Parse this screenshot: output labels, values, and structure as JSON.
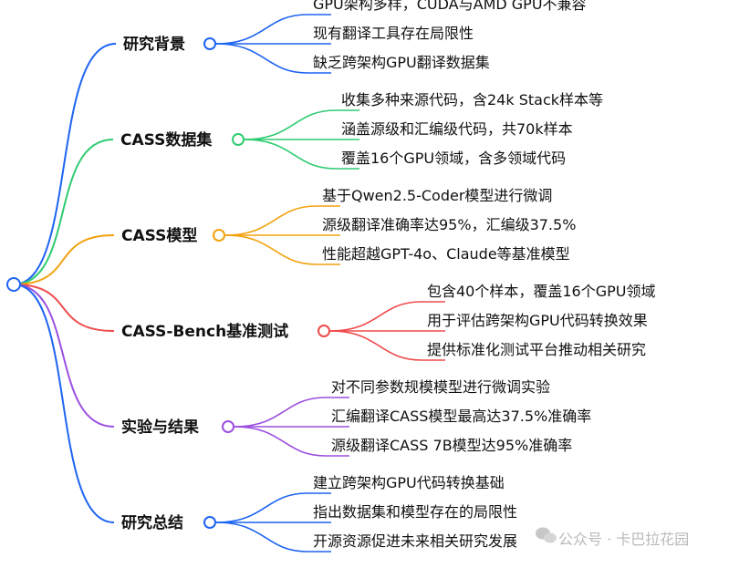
{
  "root_color": "#1d64f2",
  "categories": [
    {
      "label": "研究背景",
      "color": "#1d64f2",
      "items": [
        "GPU架构多样，CUDA与AMD GPU不兼容",
        "现有翻译工具存在局限性",
        "缺乏跨架构GPU翻译数据集"
      ]
    },
    {
      "label": "CASS数据集",
      "color": "#2ecc71",
      "items": [
        "收集多种来源代码，含24k Stack样本等",
        "涵盖源级和汇编级代码，共70k样本",
        "覆盖16个GPU领域，含多领域代码"
      ]
    },
    {
      "label": "CASS模型",
      "color": "#f2a20e",
      "items": [
        "基于Qwen2.5-Coder模型进行微调",
        "源级翻译准确率达95%，汇编级37.5%",
        "性能超越GPT-4o、Claude等基准模型"
      ]
    },
    {
      "label": "CASS-Bench基准测试",
      "color": "#ef4b4b",
      "items": [
        "包含40个样本，覆盖16个GPU领域",
        "用于评估跨架构GPU代码转换效果",
        "提供标准化测试平台推动相关研究"
      ]
    },
    {
      "label": "实验与结果",
      "color": "#9b4fe0",
      "items": [
        "对不同参数规模模型进行微调实验",
        "汇编翻译CASS模型最高达37.5%准确率",
        "源级翻译CASS 7B模型达95%准确率"
      ]
    },
    {
      "label": "研究总结",
      "color": "#1d64f2",
      "items": [
        "建立跨架构GPU代码转换基础",
        "指出数据集和模型存在的局限性",
        "开源资源促进未来相关研究发展"
      ]
    }
  ],
  "watermark": "公众号 · 卡巴拉花园"
}
